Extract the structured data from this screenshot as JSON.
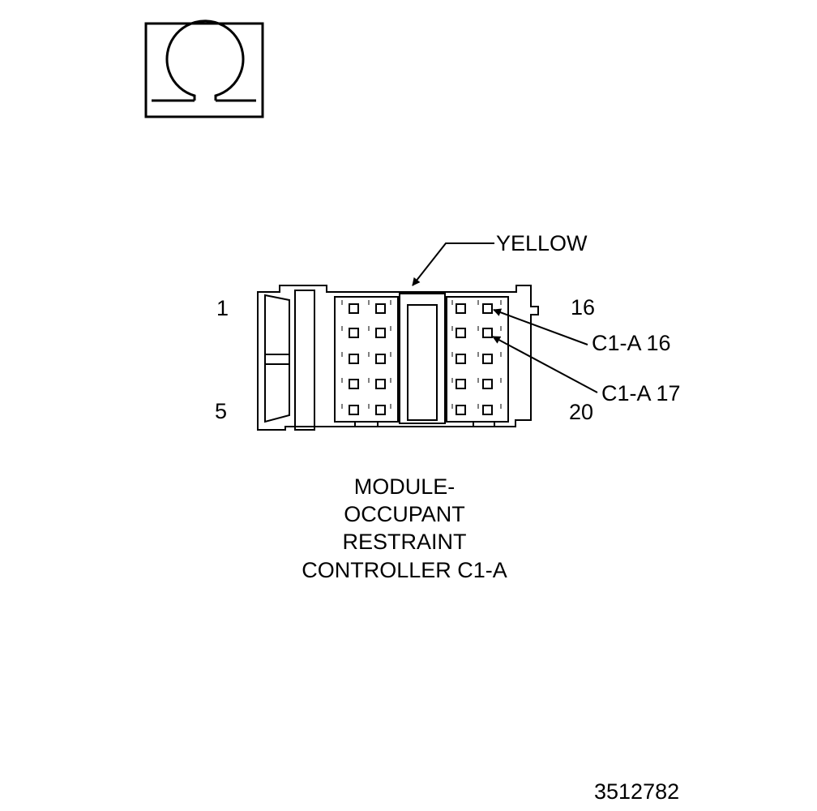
{
  "symbol": {
    "icon": "ohm-icon",
    "glyph": "Ω"
  },
  "connector": {
    "color_label": "YELLOW",
    "pin_labels": {
      "top_left": "1",
      "bottom_left": "5",
      "top_right": "16",
      "bottom_right": "20"
    },
    "pin_callouts": [
      "C1-A 16",
      "C1-A 17"
    ],
    "caption_lines": [
      "MODULE-",
      "OCCUPANT",
      "RESTRAINT",
      "CONTROLLER C1-A"
    ]
  },
  "figure_id": "3512782",
  "colors": {
    "line": "#000000",
    "background": "#ffffff"
  }
}
